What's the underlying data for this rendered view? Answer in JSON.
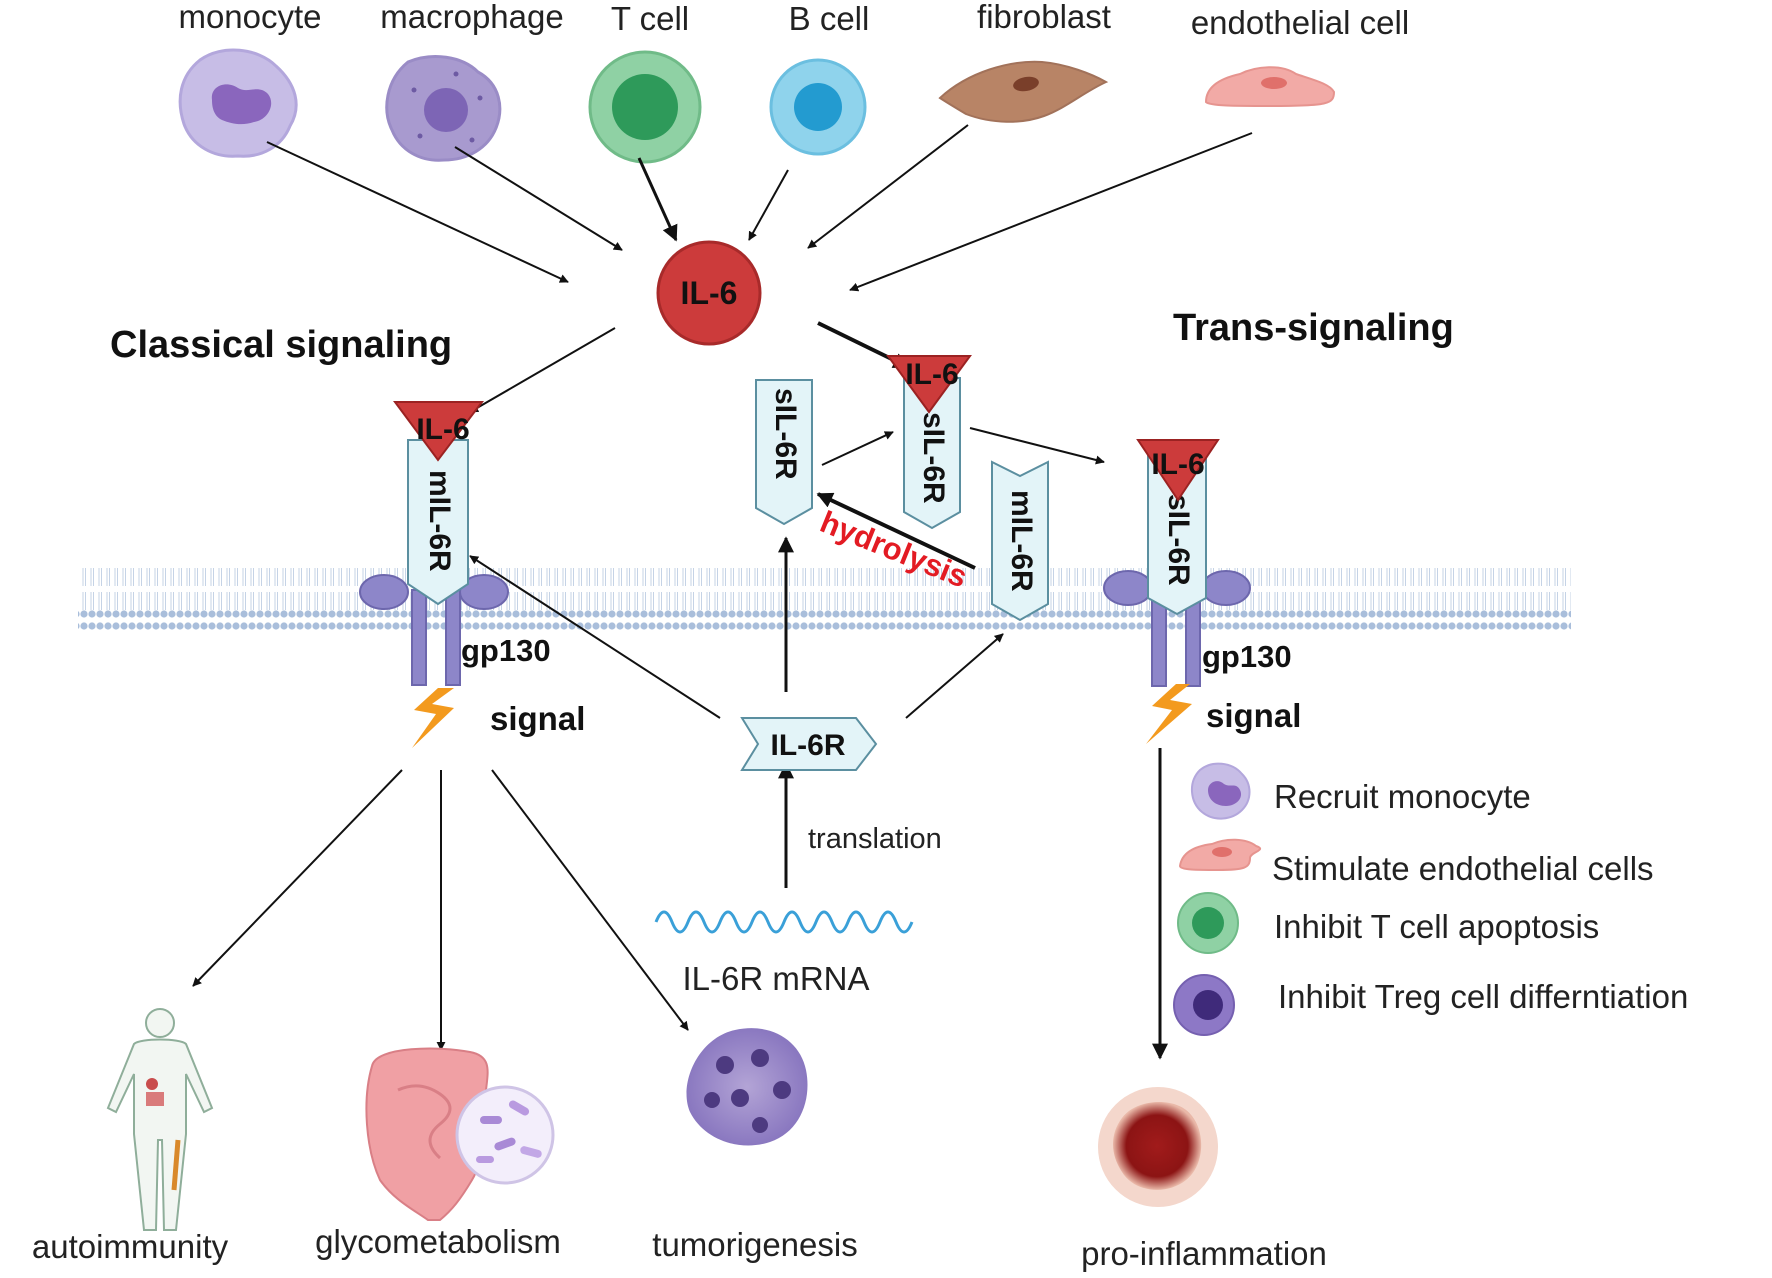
{
  "source_cells": [
    {
      "label": "monocyte",
      "icon": "monocyte-icon"
    },
    {
      "label": "macrophage",
      "icon": "macrophage-icon"
    },
    {
      "label": "T cell",
      "icon": "t-cell-icon"
    },
    {
      "label": "B cell",
      "icon": "b-cell-icon"
    },
    {
      "label": "fibroblast",
      "icon": "fibroblast-icon"
    },
    {
      "label": "endothelial cell",
      "icon": "endothelial-cell-icon"
    }
  ],
  "center": {
    "il6": "IL-6"
  },
  "headings": {
    "classical": "Classical signaling",
    "trans": "Trans-signaling"
  },
  "classical": {
    "il6": "IL-6",
    "receptor": "mIL-6R",
    "gp130": "gp130",
    "signal": "signal",
    "outcomes": [
      "autoimmunity",
      "glycometabolism",
      "tumorigenesis"
    ]
  },
  "middle": {
    "sil6r": "sIL-6R",
    "complex_il6": "IL-6",
    "complex_sil6r": "sIL-6R",
    "mil6r": "mIL-6R",
    "hydrolysis": "hydrolysis",
    "il6r": "IL-6R",
    "translation": "translation",
    "mrna": "IL-6R mRNA"
  },
  "trans": {
    "il6": "IL-6",
    "receptor": "sIL-6R",
    "gp130": "gp130",
    "signal": "signal",
    "outcome": "pro-inflammation"
  },
  "effects": [
    {
      "label": "Recruit monocyte",
      "icon": "monocyte-icon"
    },
    {
      "label": "Stimulate endothelial cells",
      "icon": "endothelial-cell-icon"
    },
    {
      "label": "Inhibit T cell apoptosis",
      "icon": "t-cell-icon"
    },
    {
      "label": "Inhibit Treg cell differntiation",
      "icon": "treg-cell-icon"
    }
  ],
  "colors": {
    "il6_red": "#cc3b3b",
    "receptor_fill": "#e3f4f8",
    "gp130_purple": "#8d86c9",
    "membrane_blue": "#a9bedb",
    "hydrolysis_red": "#e31b23",
    "signal_orange": "#f39a1e"
  }
}
